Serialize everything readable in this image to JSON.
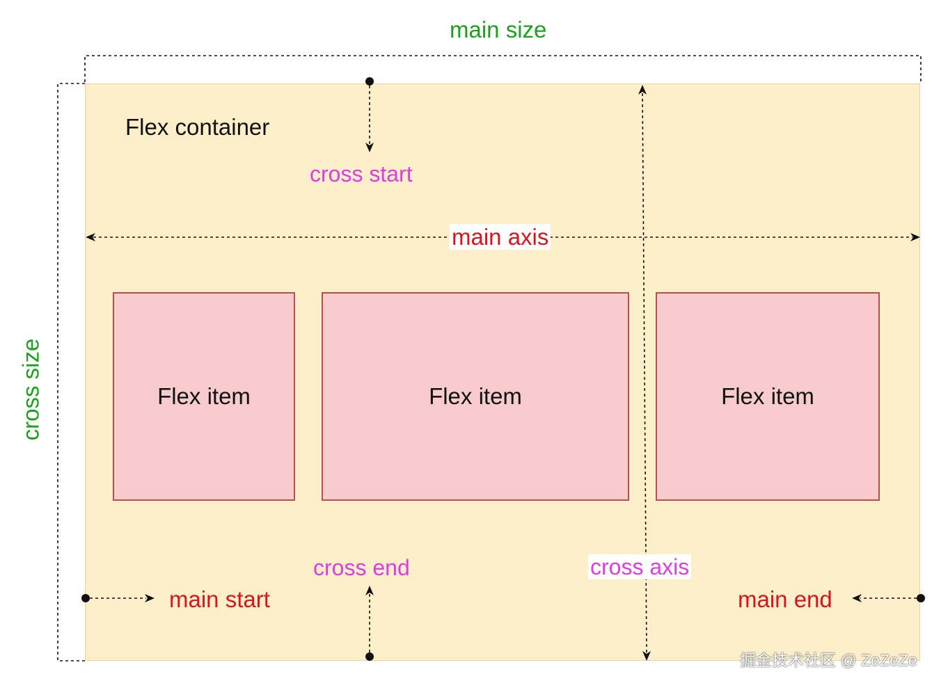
{
  "diagram": {
    "main_size": "main size",
    "cross_size": "cross size",
    "container_title": "Flex container",
    "cross_start": "cross start",
    "main_axis": "main axis",
    "cross_end": "cross end",
    "cross_axis": "cross axis",
    "main_start": "main start",
    "main_end": "main end",
    "items": [
      "Flex item",
      "Flex item",
      "Flex item"
    ]
  },
  "watermark": "掘金技术社区 @ ZeZeZe",
  "colors": {
    "container_fill": "#fdefc9",
    "item_fill": "#f8cccc",
    "item_border": "#b55050",
    "size_labels": "#1aa21a",
    "cross_labels": "#e23be2",
    "main_labels": "#d9141d"
  }
}
